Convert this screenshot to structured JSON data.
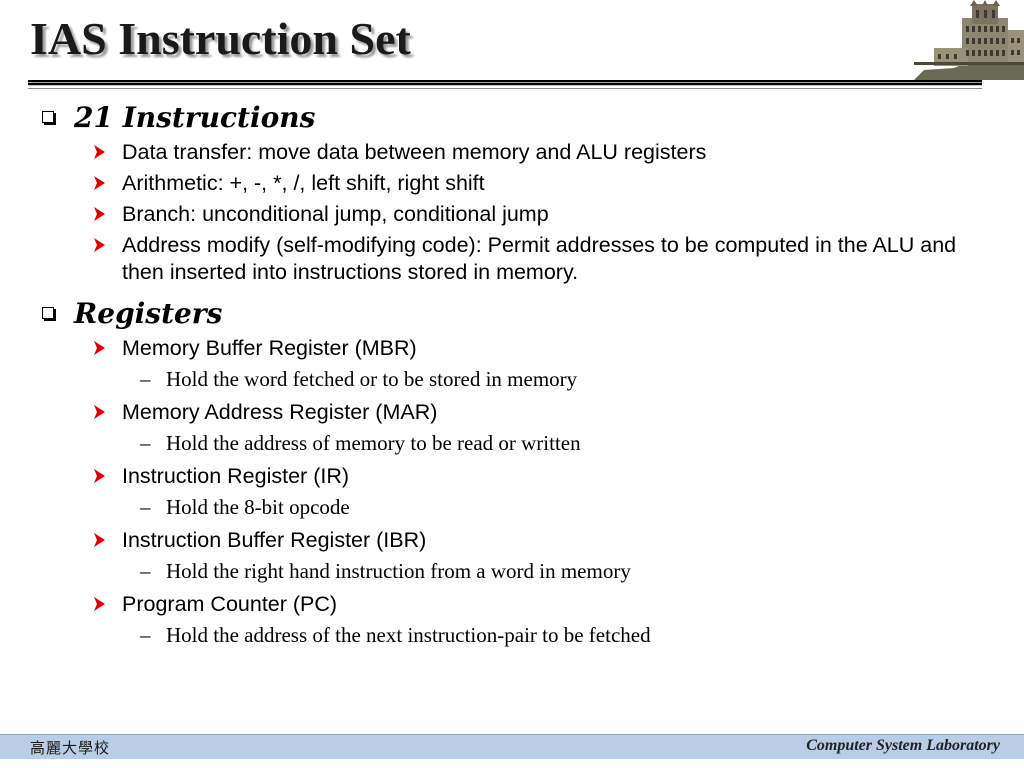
{
  "title": "IAS Instruction Set",
  "sections": [
    {
      "heading": "21 Instructions",
      "items": [
        {
          "text": "Data transfer: move data between memory and ALU registers"
        },
        {
          "text": "Arithmetic: +, -, *, /, left shift, right shift"
        },
        {
          "text": "Branch: unconditional jump, conditional jump"
        },
        {
          "text": "Address modify (self-modifying code): Permit addresses to be computed in the ALU and then inserted into instructions stored in memory."
        }
      ]
    },
    {
      "heading": "Registers",
      "items": [
        {
          "text": "Memory Buffer Register (MBR)",
          "sub": "Hold the word fetched or to be stored in memory"
        },
        {
          "text": "Memory Address Register (MAR)",
          "sub": "Hold the address of memory to be read or written"
        },
        {
          "text": "Instruction Register (IR)",
          "sub": "Hold the 8-bit opcode"
        },
        {
          "text": "Instruction Buffer Register (IBR)",
          "sub": "Hold the right hand instruction from a word in memory"
        },
        {
          "text": "Program Counter (PC)",
          "sub": "Hold the address of the next instruction-pair to be fetched"
        }
      ]
    }
  ],
  "footer": {
    "left": "高麗大學校",
    "right": "Computer System Laboratory"
  },
  "colors": {
    "arrow": "#e00000",
    "footer_band": "#b9cde6"
  }
}
